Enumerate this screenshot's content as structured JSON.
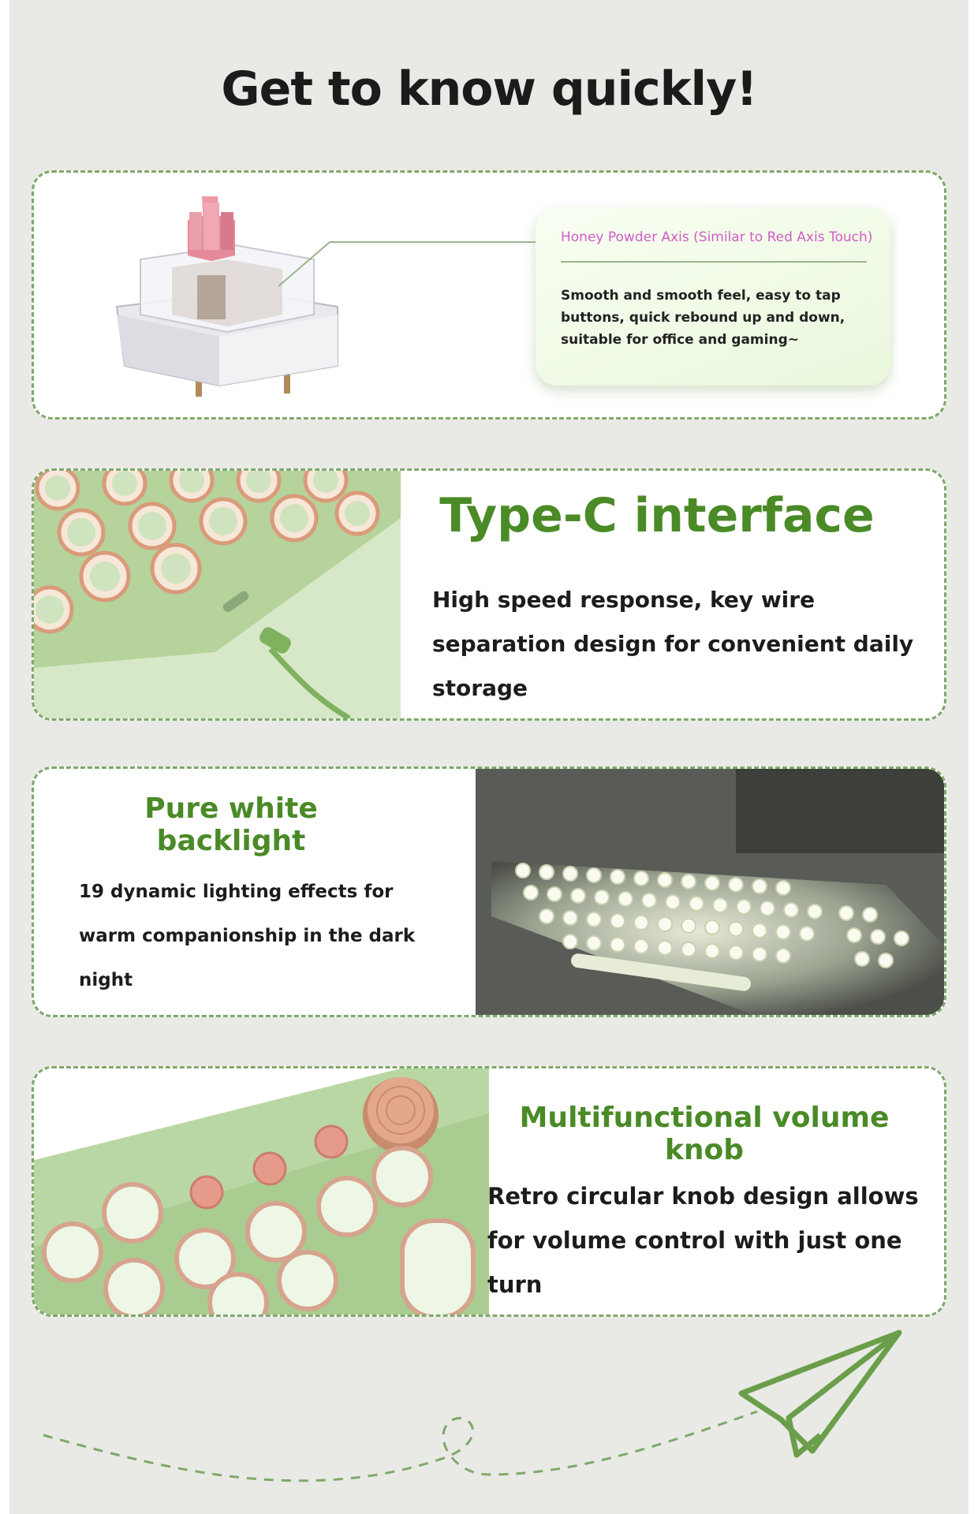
{
  "header": {
    "title": "Get to know quickly!"
  },
  "switch_feature": {
    "title": "Honey Powder Axis (Similar to Red Axis Touch)",
    "body": "Smooth and smooth feel, easy to tap buttons, quick rebound up and down, suitable for office and gaming~"
  },
  "typec_feature": {
    "title": "Type-C interface",
    "body": "High speed response, key wire separation design for convenient daily storage"
  },
  "backlight_feature": {
    "title": "Pure white backlight",
    "body": "19 dynamic lighting effects for warm companionship in the dark night"
  },
  "knob_feature": {
    "title": "Multifunctional volume knob",
    "body": "Retro circular knob design allows for volume control with just one turn"
  },
  "colors": {
    "accent_green": "#4a8a27",
    "dashed_border": "#7fa86a",
    "callout_title_pink": "#d15cc6",
    "background": "#e9eae6"
  }
}
